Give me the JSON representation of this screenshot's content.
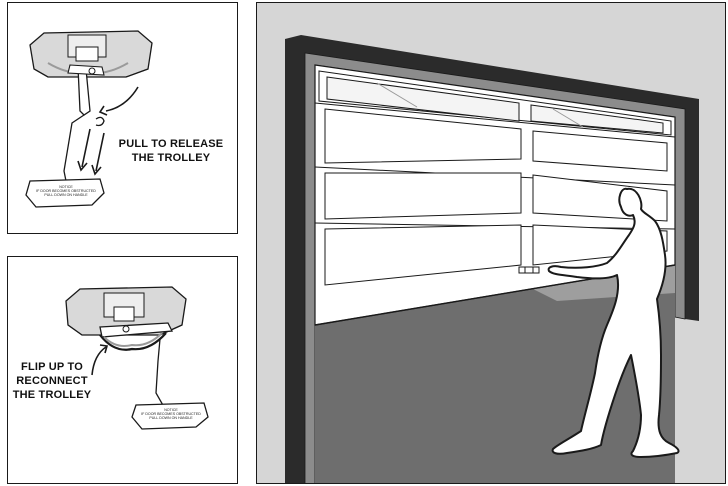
{
  "release_panel": {
    "instruction_line1": "PULL TO RELEASE",
    "instruction_line2": "THE TROLLEY",
    "tag": {
      "line1": "NOTICE",
      "line2": "IF DOOR BECOMES OBSTRUCTED",
      "line3": "PULL DOWN ON HANDLE"
    }
  },
  "reconnect_panel": {
    "instruction_line1": "FLIP UP TO",
    "instruction_line2": "RECONNECT",
    "instruction_line3": "THE TROLLEY",
    "tag": {
      "line1": "NOTICE",
      "line2": "IF DOOR BECOMES OBSTRUCTED",
      "line3": "PULL DOWN ON HANDLE"
    }
  },
  "colors": {
    "line": "#1a1a1a",
    "trolley_body": "#d9d9d9",
    "trolley_shade": "#9a9a9a",
    "wall": "#d6d6d6",
    "frame": "#2b2b2b",
    "floor": "#6e6e6e",
    "door": "#ffffff",
    "person": "#ffffff"
  }
}
